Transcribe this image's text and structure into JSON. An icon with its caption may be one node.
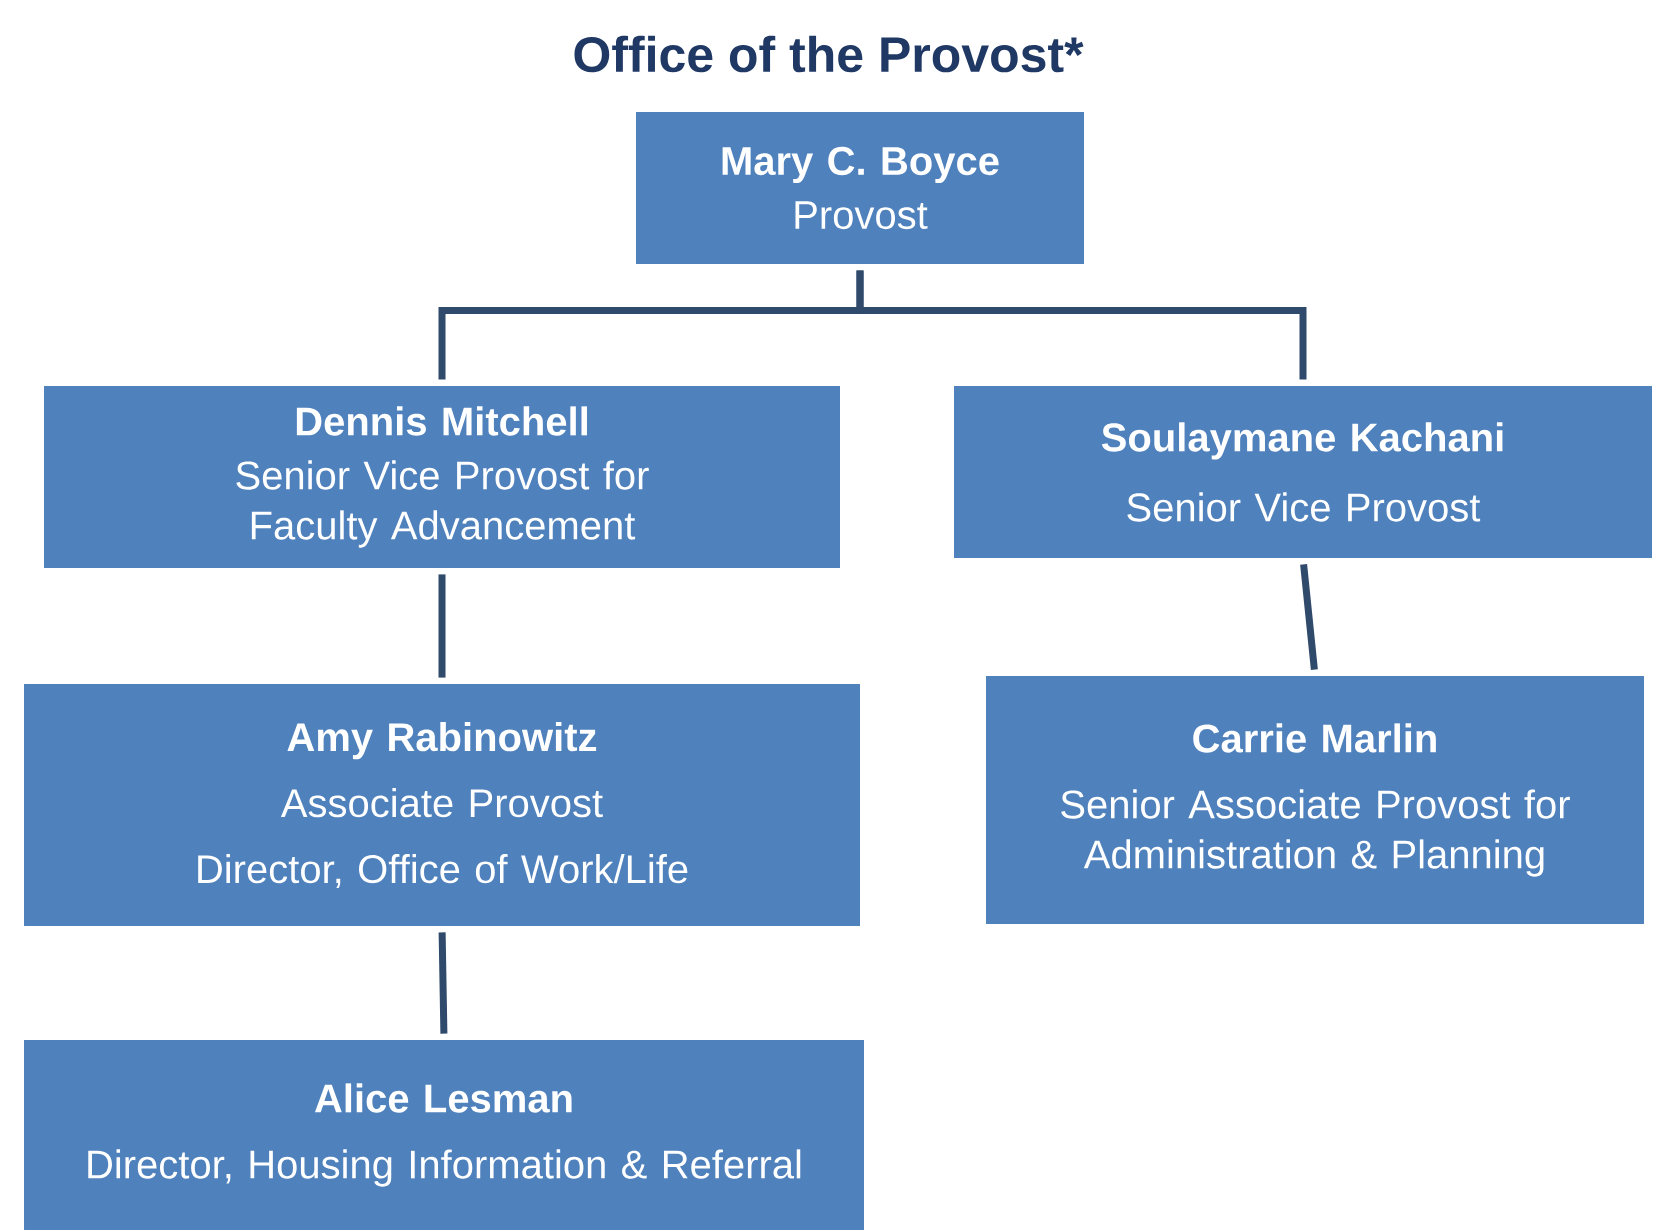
{
  "diagram": {
    "title": "Office of the Provost*",
    "nodes": [
      {
        "text": [
          "Mary C. Boyce",
          "Provost"
        ]
      },
      {
        "text": [
          "Dennis Mitchell",
          "Senior Vice Provost for Faculty Advancement"
        ]
      },
      {
        "text": [
          "Soulaymane Kachani",
          "Senior Vice Provost"
        ]
      },
      {
        "text": [
          "Amy Rabinowitz",
          "Associate Provost",
          "Director, Office of Work/Life"
        ]
      },
      {
        "text": [
          "Carrie Marlin",
          "Senior Associate Provost for Administration & Planning"
        ]
      },
      {
        "text": [
          "Alice Lesman",
          "Director, Housing Information & Referral"
        ]
      }
    ],
    "edges": [
      {
        "from": 0,
        "to": 1,
        "arrow": "none"
      },
      {
        "from": 0,
        "to": 2,
        "arrow": "none"
      },
      {
        "from": 1,
        "to": 3,
        "arrow": "none"
      },
      {
        "from": 2,
        "to": 4,
        "arrow": "none"
      },
      {
        "from": 3,
        "to": 5,
        "arrow": "none"
      }
    ]
  }
}
